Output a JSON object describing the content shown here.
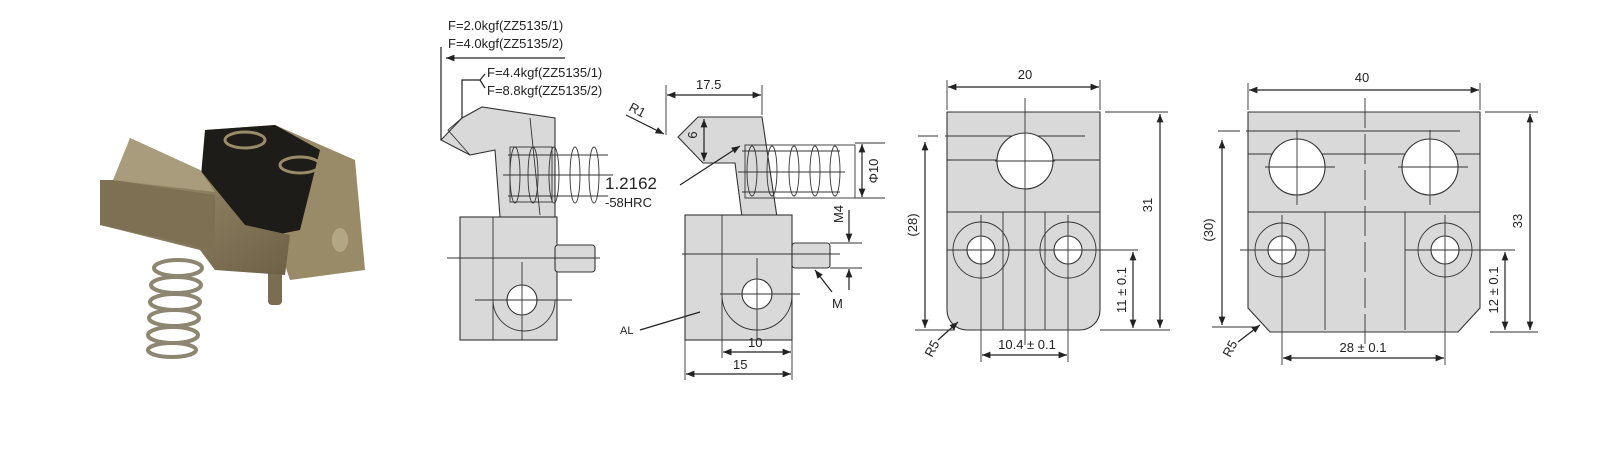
{
  "colors": {
    "part_fill": "#d9d9d9",
    "line": "#222222",
    "photo_metal": "#8a7a5a"
  },
  "side_view": {
    "force_1a": "F=2.0kgf(ZZ5135/1)",
    "force_1b": "F=4.0kgf(ZZ5135/2)",
    "force_2a": "F=4.4kgf(ZZ5135/1)",
    "force_2b": "F=8.8kgf(ZZ5135/2)"
  },
  "section_view": {
    "dim_width": "17.5",
    "radius": "R1",
    "dim_hook": "6",
    "material": "1.2162",
    "hardness": "-58HRC",
    "spring_dia": "Φ10",
    "thread_label": "M4",
    "thread_callout": "M",
    "body_material": "AL",
    "dim_10": "10",
    "dim_15": "15"
  },
  "front_view_single": {
    "width": "20",
    "height": "31",
    "ref_height": "(28)",
    "hole_height": "11 ± 0.1",
    "hole_spacing": "10.4 ± 0.1",
    "radius": "R5"
  },
  "front_view_double": {
    "width": "40",
    "height": "33",
    "ref_height": "(30)",
    "hole_height": "12 ± 0.1",
    "hole_spacing": "28 ± 0.1",
    "radius": "R5"
  }
}
